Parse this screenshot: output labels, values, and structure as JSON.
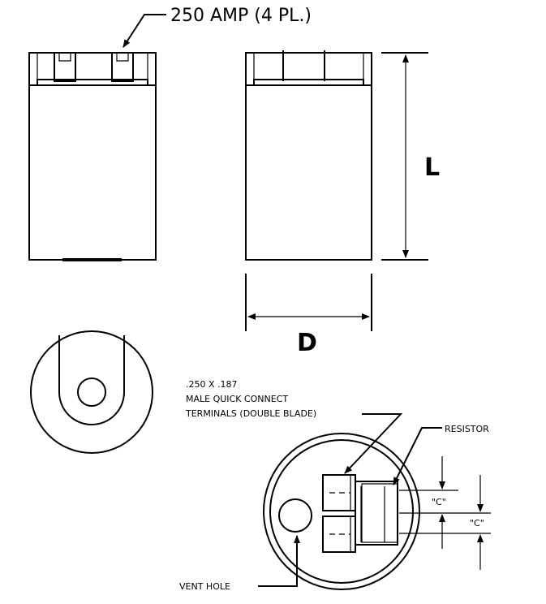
{
  "labels": {
    "terminal_amp": "250 AMP (4 PL.)",
    "length": "L",
    "diameter": "D",
    "terminals_line1": ".250 X .187",
    "terminals_line2": "MALE QUICK CONNECT",
    "terminals_line3": "TERMINALS (DOUBLE BLADE)",
    "resistor": "RESISTOR",
    "c_upper": "\"C\"",
    "c_lower": "\"C\"",
    "vent_hole": "VENT HOLE"
  }
}
